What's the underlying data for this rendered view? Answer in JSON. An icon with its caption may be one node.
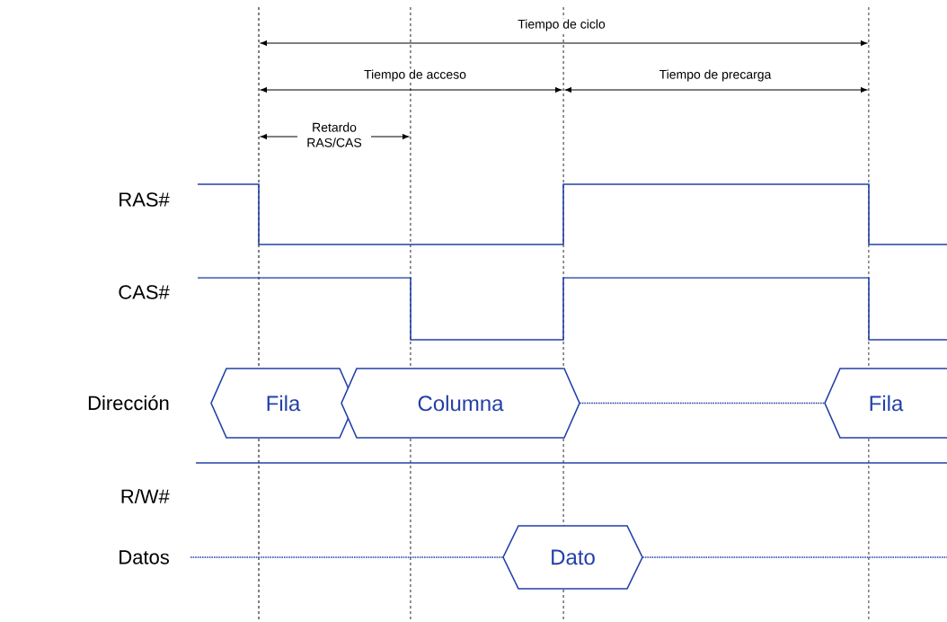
{
  "diagram": {
    "nodes": [
      {
        "text": [
          "Fila"
        ]
      },
      {
        "text": [
          "Columna"
        ]
      },
      {
        "text": [
          "Fila"
        ]
      },
      {
        "text": [
          "Dato"
        ]
      }
    ],
    "edges": [
      {
        "from": 1,
        "to": 2,
        "arrow": "none",
        "style": "dashed"
      },
      {
        "from": null,
        "to": 3,
        "arrow": "none",
        "style": "dashed"
      },
      {
        "from": 3,
        "to": null,
        "arrow": "none",
        "style": "dashed"
      }
    ],
    "labels": [
      "Tiempo de ciclo",
      "Tiempo de acceso",
      "Tiempo de precarga",
      "Retardo RAS/CAS",
      "RAS#",
      "CAS#",
      "Dirección",
      "R/W#",
      "Datos"
    ]
  }
}
